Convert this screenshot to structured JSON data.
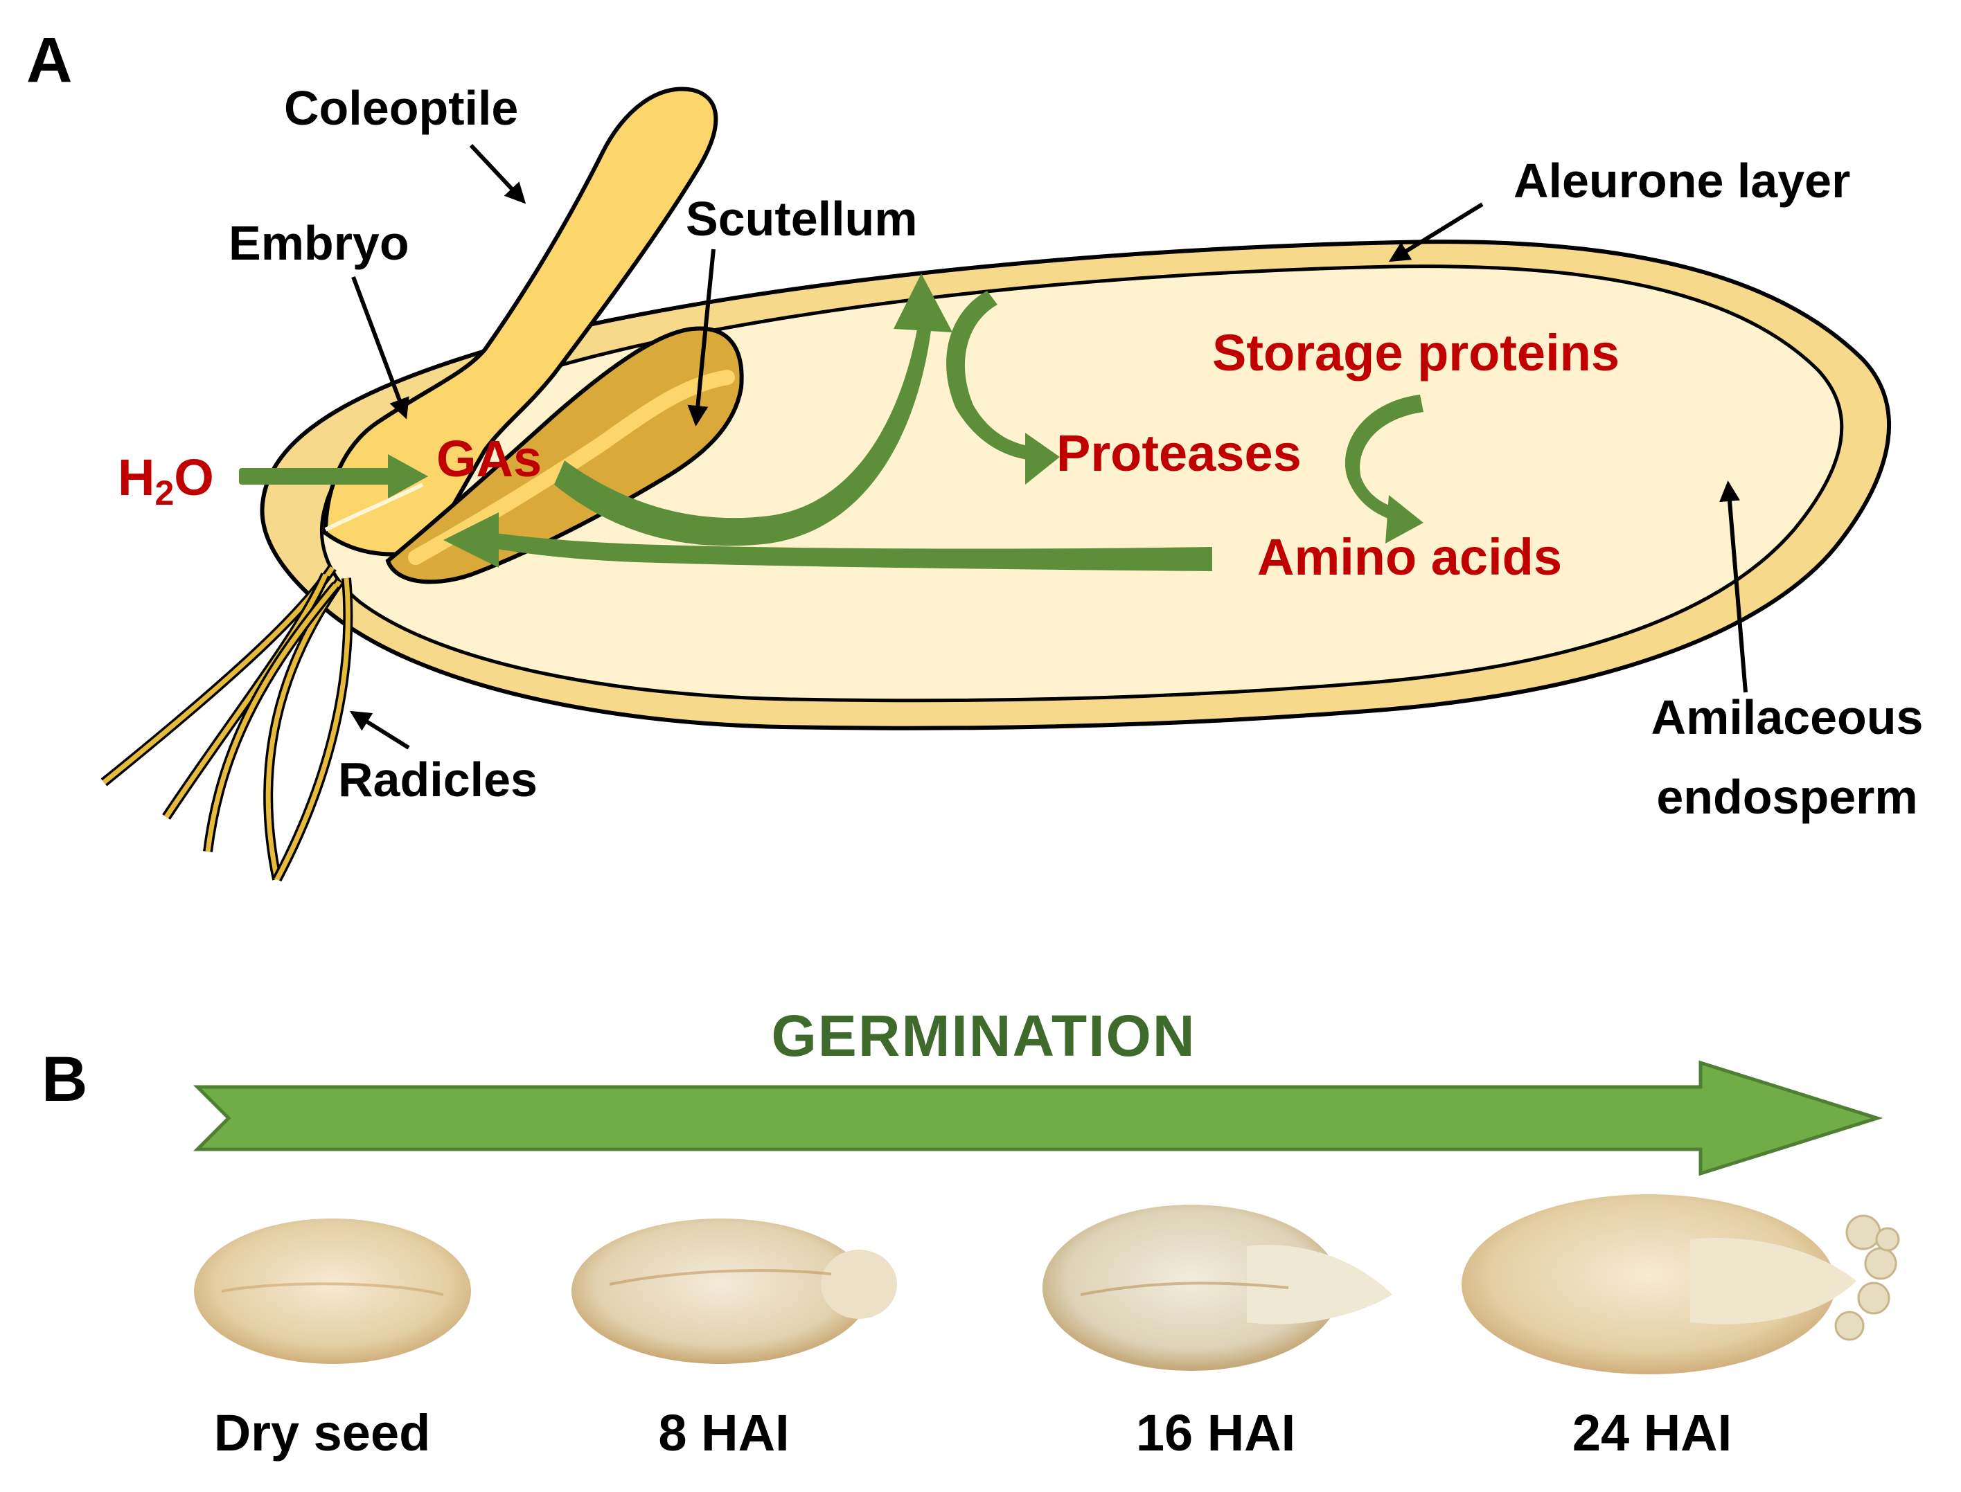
{
  "panels": {
    "a": {
      "letter": "A",
      "labels": {
        "coleoptile": "Coleoptile",
        "embryo": "Embryo",
        "scutellum": "Scutellum",
        "aleurone": "Aleurone layer",
        "radicles": "Radicles",
        "endosperm_line1": "Amilaceous",
        "endosperm_line2": "endosperm"
      },
      "process": {
        "water_h": "H",
        "water_sub": "2",
        "water_o": "O",
        "gas": "GAs",
        "storage": "Storage proteins",
        "proteases": "Proteases",
        "amino": "Amino acids"
      }
    },
    "b": {
      "letter": "B",
      "arrow_label": "GERMINATION",
      "timepoints": [
        "Dry seed",
        "8 HAI",
        "16 HAI",
        "24 HAI"
      ]
    }
  },
  "colors": {
    "arrow_green": "#5d8f3a",
    "process_red": "#c00000",
    "germ_text": "#3e6b2c",
    "aleurone": "#f6d98a",
    "endosperm": "#fff2cf",
    "embryo": "#fcd56b",
    "scutellum": "#d9a93a"
  }
}
